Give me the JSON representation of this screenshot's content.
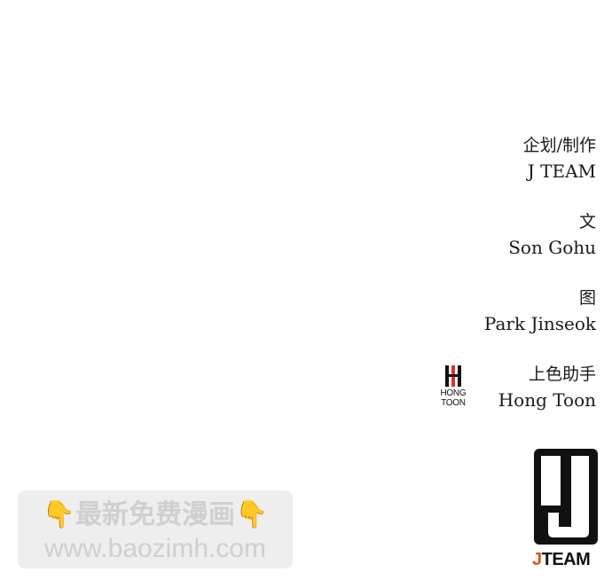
{
  "credits": [
    {
      "role": "企划/制作",
      "name": "J TEAM"
    },
    {
      "role": "文",
      "name": "Son Gohu"
    },
    {
      "role": "图",
      "name": "Park Jinseok"
    },
    {
      "role": "上色助手",
      "name": "Hong Toon"
    }
  ],
  "hong_logo": {
    "line1": "HONG",
    "line2": "TOON"
  },
  "jteam_logo": {
    "j": "J",
    "rest": "TEAM",
    "accent": "#e8521c"
  },
  "watermark": {
    "line1": "最新免费漫画",
    "line2": "www.baozimh.com",
    "finger": "👇"
  }
}
